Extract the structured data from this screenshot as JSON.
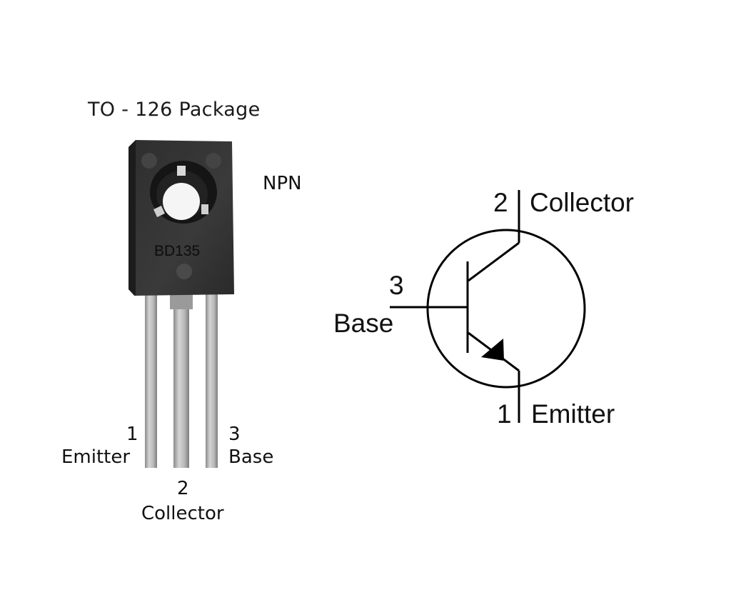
{
  "title": "TO - 126 Package",
  "type_label": "NPN",
  "package": {
    "marking": "BD135",
    "body_color": "#2a2a2a",
    "lead_color": "#bdbdbd",
    "pins": [
      {
        "number": "1",
        "name": "Emitter"
      },
      {
        "number": "2",
        "name": "Collector"
      },
      {
        "number": "3",
        "name": "Base"
      }
    ]
  },
  "symbol": {
    "type": "NPN transistor",
    "collector": {
      "number": "2",
      "name": "Collector"
    },
    "base": {
      "number": "3",
      "name": "Base"
    },
    "emitter": {
      "number": "1",
      "name": "Emitter"
    },
    "stroke_color": "#000000"
  }
}
